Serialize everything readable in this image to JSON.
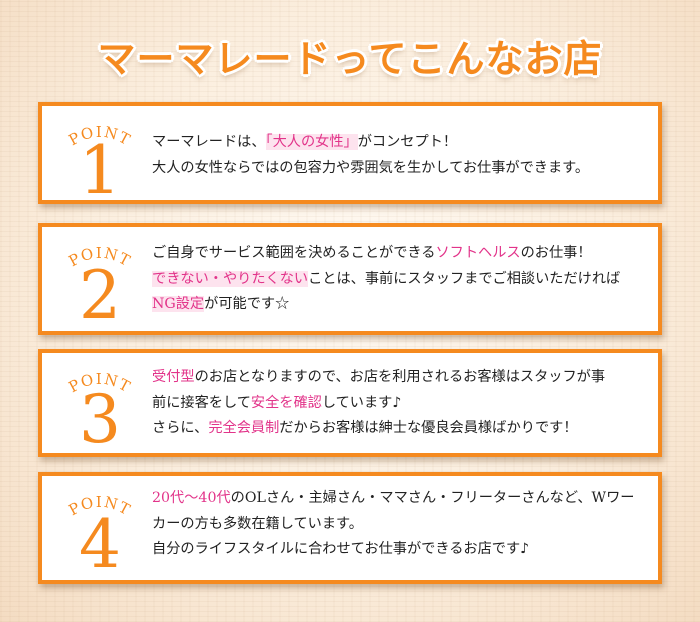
{
  "title": "マーマレードってこんなお店",
  "points": [
    {
      "label": "POINT",
      "number": "1",
      "lines": [
        [
          {
            "t": "マーマレードは、"
          },
          {
            "t": "「大人の女性」",
            "style": "hl-bg"
          },
          {
            "t": "がコンセプト！"
          }
        ],
        [
          {
            "t": "大人の女性ならではの包容力や雰囲気を生かしてお仕事ができます。"
          }
        ]
      ]
    },
    {
      "label": "POINT",
      "number": "2",
      "lines": [
        [
          {
            "t": "ご自身でサービス範囲を決めることができる"
          },
          {
            "t": "ソフトヘルス",
            "style": "hl"
          },
          {
            "t": "のお仕事！"
          }
        ],
        [
          {
            "t": "できない・やりたくない",
            "style": "hl-bg"
          },
          {
            "t": "ことは、事前にスタッフまでご相談いただければ"
          }
        ],
        [
          {
            "t": "NG設定",
            "style": "hl-bg"
          },
          {
            "t": "が可能です☆"
          }
        ]
      ]
    },
    {
      "label": "POINT",
      "number": "3",
      "lines": [
        [
          {
            "t": "受付型",
            "style": "hl"
          },
          {
            "t": "のお店となりますので、お店を利用されるお客様はスタッフが事"
          }
        ],
        [
          {
            "t": "前に接客をして"
          },
          {
            "t": "安全を確認",
            "style": "hl"
          },
          {
            "t": "しています♪"
          }
        ],
        [
          {
            "t": "さらに、"
          },
          {
            "t": "完全会員制",
            "style": "hl"
          },
          {
            "t": "だからお客様は紳士な優良会員様ばかりです！"
          }
        ]
      ]
    },
    {
      "label": "POINT",
      "number": "4",
      "lines": [
        [
          {
            "t": "20代〜40代",
            "style": "hl"
          },
          {
            "t": "のOLさん・主婦さん・ママさん・フリーターさんなど、Wワー"
          }
        ],
        [
          {
            "t": "カーの方も多数在籍しています。"
          }
        ],
        [
          {
            "t": "自分のライフスタイルに合わせてお仕事ができるお店です♪"
          }
        ]
      ]
    }
  ],
  "colors": {
    "accent": "#f58a1f",
    "highlight": "#e2348a",
    "highlight_bg": "#fde3ee"
  }
}
